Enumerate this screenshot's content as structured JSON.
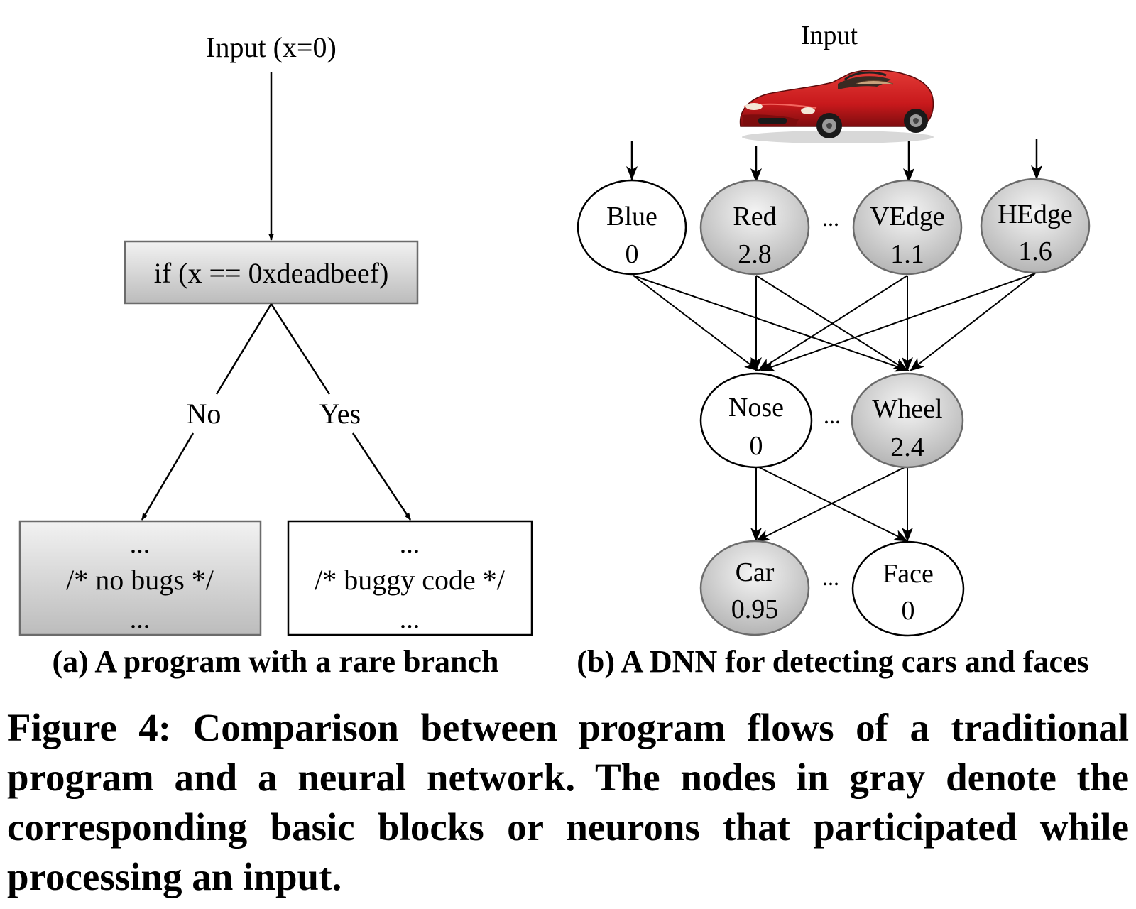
{
  "panel_a": {
    "input_label": "Input (x=0)",
    "condition": "if (x == 0xdeadbeef)",
    "branch_no": "No",
    "branch_yes": "Yes",
    "left_block": {
      "line1": "...",
      "line2": "/* no bugs */",
      "line3": "..."
    },
    "right_block": {
      "line1": "...",
      "line2": "/* buggy code */",
      "line3": "..."
    },
    "caption": "(a) A program with a rare branch"
  },
  "panel_b": {
    "input_label": "Input",
    "input_image": "red-convertible-car-image",
    "layer1": [
      {
        "name": "Blue",
        "value": "0",
        "active": false
      },
      {
        "name": "Red",
        "value": "2.8",
        "active": true
      },
      {
        "name": "VEdge",
        "value": "1.1",
        "active": true
      },
      {
        "name": "HEdge",
        "value": "1.6",
        "active": true
      }
    ],
    "layer2": [
      {
        "name": "Nose",
        "value": "0",
        "active": false
      },
      {
        "name": "Wheel",
        "value": "2.4",
        "active": true
      }
    ],
    "layer3": [
      {
        "name": "Car",
        "value": "0.95",
        "active": true
      },
      {
        "name": "Face",
        "value": "0",
        "active": false
      }
    ],
    "ellipsis": "...",
    "caption": "(b) A DNN for detecting cars and faces"
  },
  "figure_caption": "Figure 4: Comparison between program flows of a traditional program and a neural network. The nodes in gray denote the corresponding basic blocks or neurons that participated while processing an input.",
  "colors": {
    "active_fill_light": "#f4f4f4",
    "active_fill_dark": "#bdbdbd",
    "inactive_fill": "#ffffff",
    "stroke": "#000000",
    "car_red": "#c8191c"
  }
}
